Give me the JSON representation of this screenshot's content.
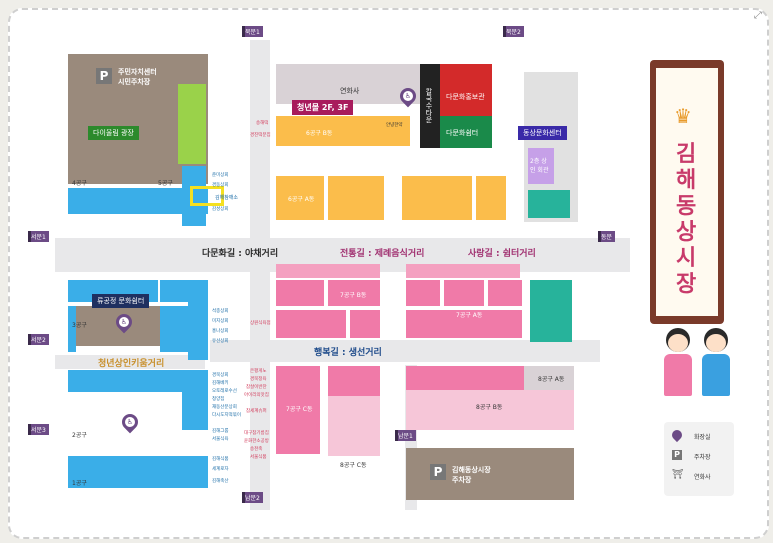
{
  "gates": {
    "north1": "북문1",
    "north2": "북문2",
    "west1": "서문1",
    "west2": "서문2",
    "west3": "서문3",
    "east": "동문",
    "south1": "남문1",
    "south2": "남문2"
  },
  "buildings": {
    "community_parking_line1": "주민자치센터",
    "community_parking_line2": "시민주차장",
    "diaul_plaza": "다이울림 광장",
    "yeonhwasa": "연화사",
    "youth_floor": "청년몰 2F, 3F",
    "kalguksu": "칼국수타운",
    "multicultural_promo": "다문화홍보관",
    "multicultural_rest": "다문화쉼터",
    "dongsang_culture": "동상문화센터",
    "merchants_hall": "2층 상인 회관",
    "ryugongjeong": "류공정 문화쉼터",
    "south_parking_line1": "김해동상시장",
    "south_parking_line2": "주차장"
  },
  "roads": {
    "multicultural": "다문화길 : 야채거리",
    "tradition": "전통길 : 제례음식거리",
    "love": "사랑길 : 쉼터거리",
    "happiness": "행복길 : 생선거리",
    "youth_merchant": "청년상인키움거리"
  },
  "zones": {
    "z4": "4공구",
    "z5": "5공구",
    "z6b": "6공구 B동",
    "z6a": "6공구 A동",
    "z7b": "7공구 B동",
    "z7a": "7공구 A동",
    "z3": "3공구",
    "z2": "2공구",
    "z1": "1공구",
    "z7c": "7공구 C동",
    "z8c": "8공구 C동",
    "z8b": "8공구 B동",
    "z8a": "8공구 A동"
  },
  "shops": {
    "highlighted": "김해참깨소",
    "near_highlight": [
      "준미상회",
      "경동상회",
      "김해참깨소",
      "감성상회"
    ],
    "west_col": [
      "석종상회",
      "미지상회",
      "홍나상회",
      "유선상회"
    ],
    "west_col2": [
      "경북상회",
      "김해베키",
      "오토레로수선",
      "청양집",
      "재동산분상회",
      "다시도지떡볶이"
    ],
    "west_col3": [
      "김해그룹",
      "서울식육"
    ],
    "west_col4": [
      "김해식품",
      "세계로자",
      "김해축산"
    ],
    "orange_left": [
      "송해떡",
      "경진떡분집"
    ],
    "orange_right": [
      "안녕한약"
    ],
    "mid_pink": [
      "상원식육점"
    ],
    "happiness_shops": [
      "은평게노",
      "경북정육",
      "참살이반찬",
      "아이리의맛집",
      "참세계슈퍼"
    ],
    "lower_mid": [
      "대구참기름집",
      "윤화한소공방",
      "송천축",
      "서울식품"
    ]
  },
  "title": {
    "chars": [
      "김",
      "해",
      "동",
      "상",
      "시",
      "장"
    ]
  },
  "legend": {
    "restroom": "화장실",
    "parking": "주차장",
    "temple": "연화사"
  },
  "colors": {
    "blue": "#3aaee8",
    "pink": "#f07aa8",
    "orange": "#fbbd4b",
    "green": "#9ad24a",
    "brown": "#9a8a7c",
    "teal": "#27b39b",
    "purple": "#6c4b86"
  }
}
